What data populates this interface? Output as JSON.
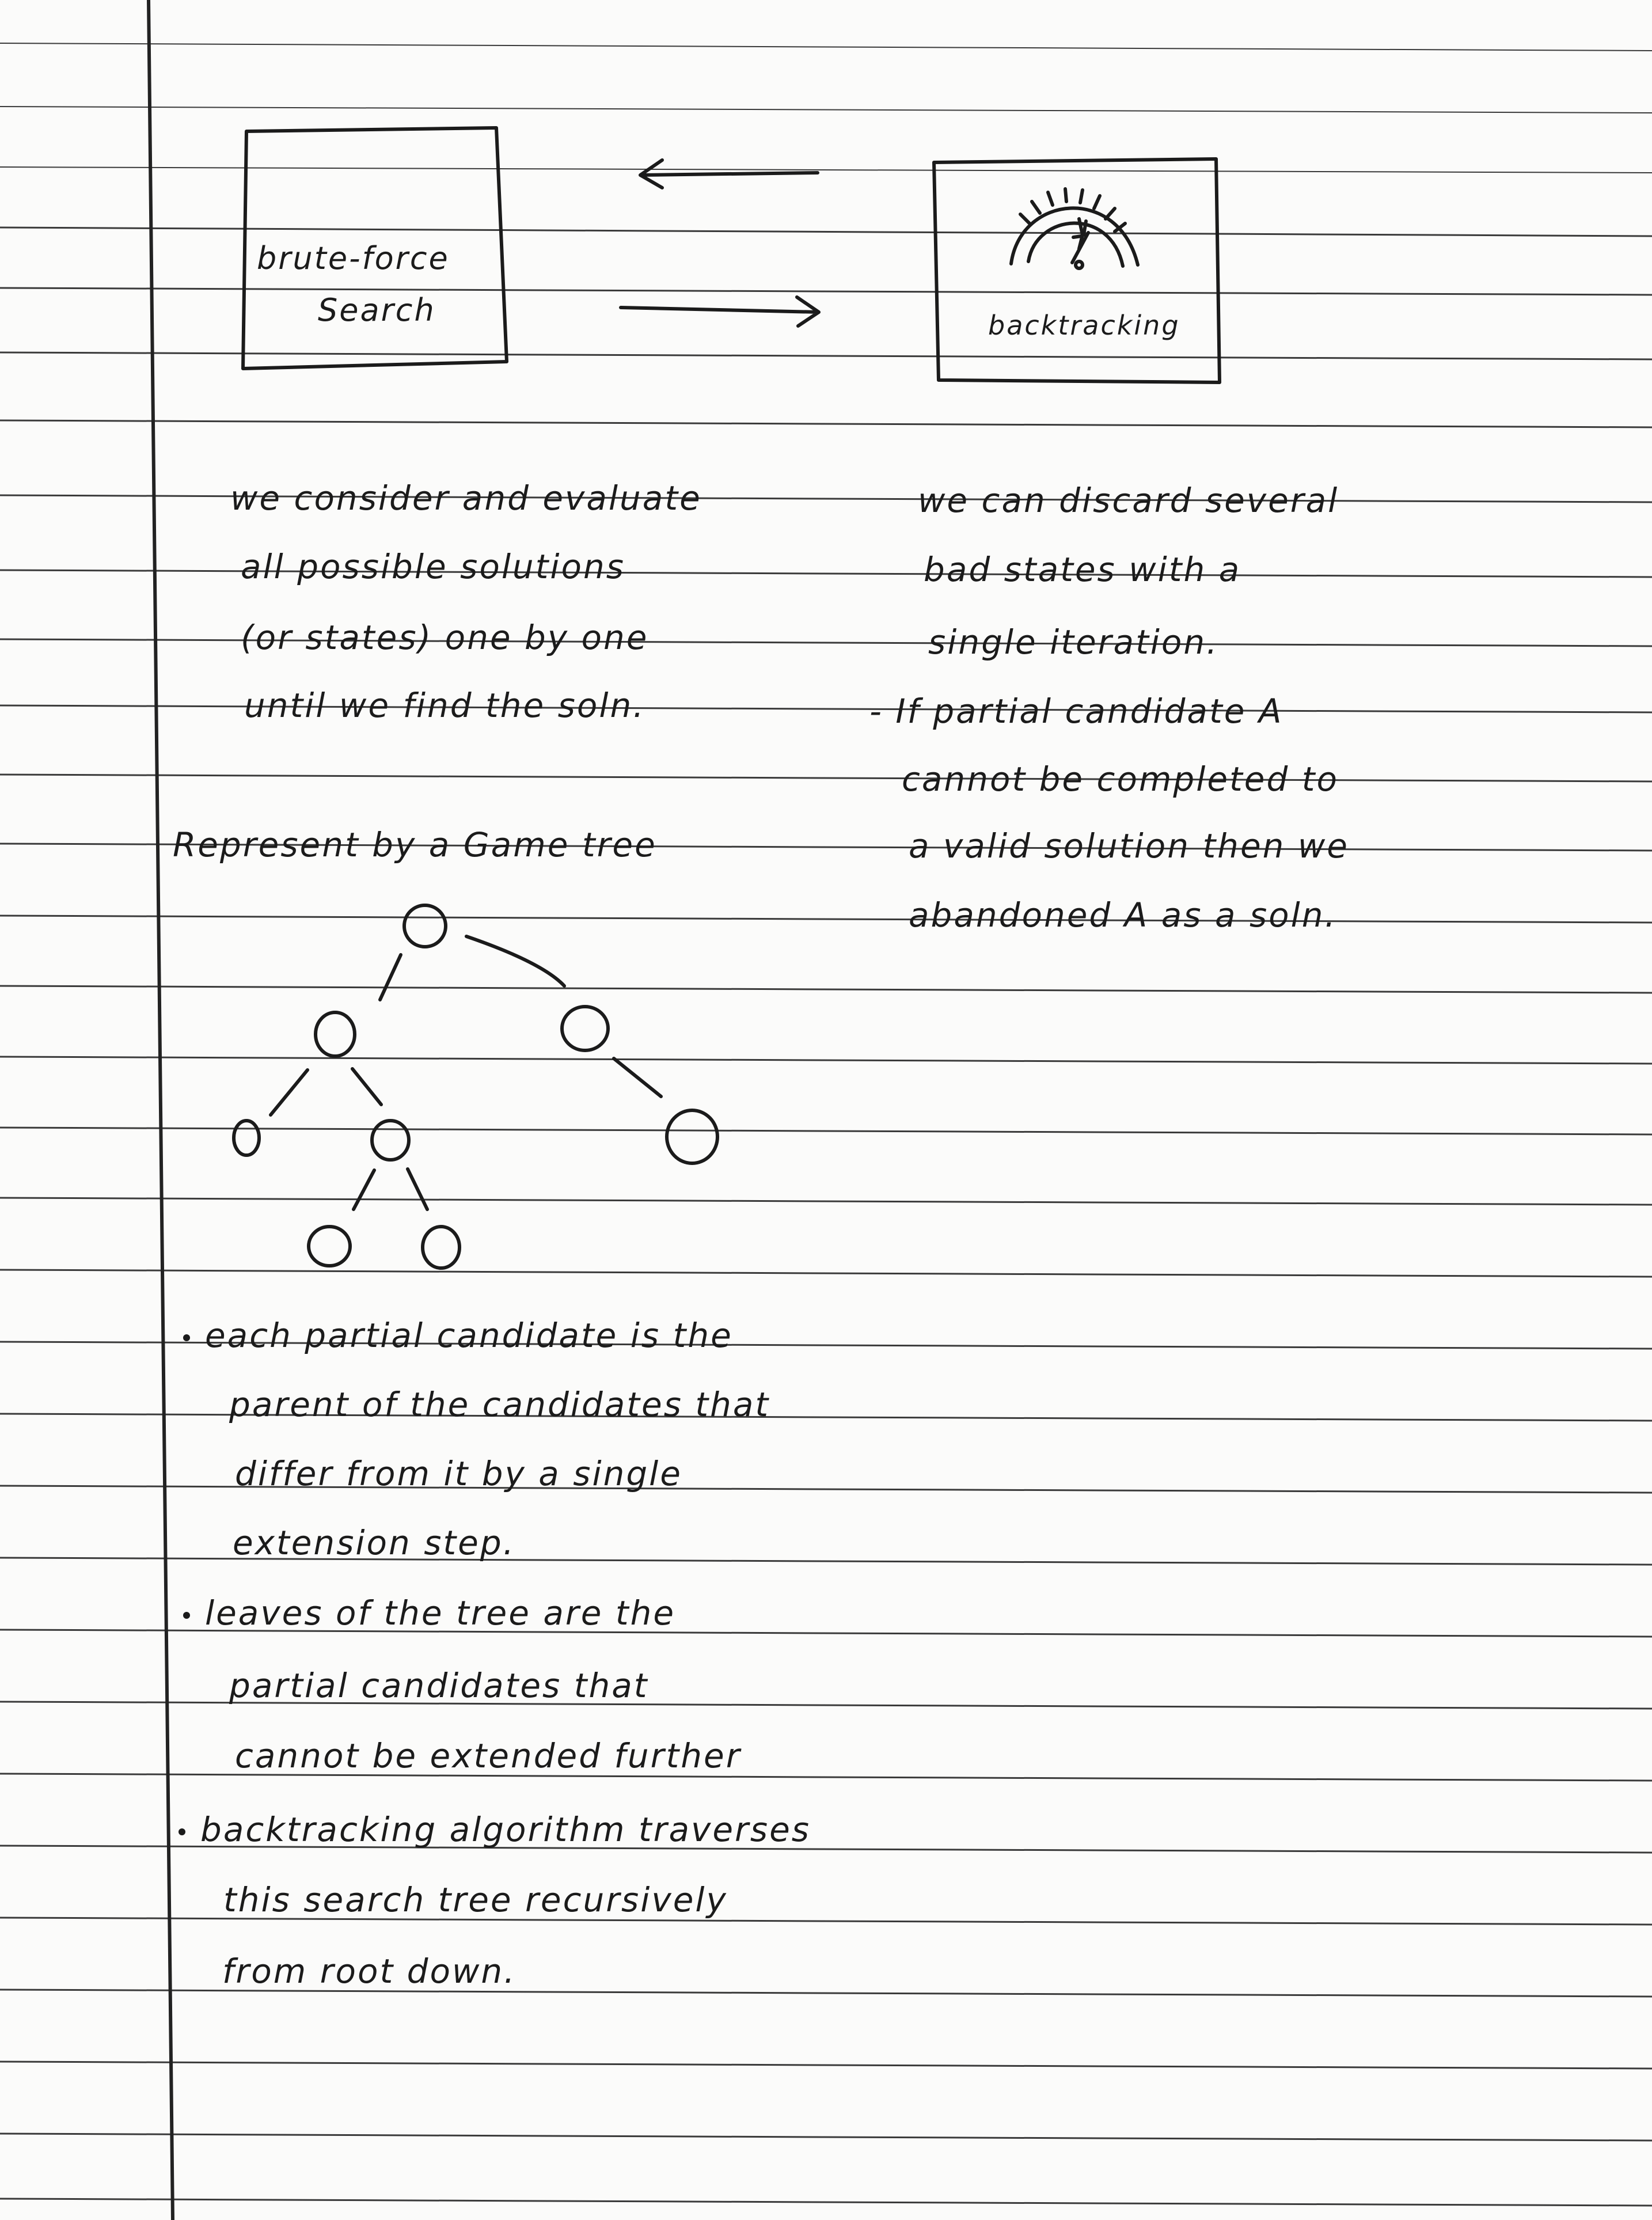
{
  "diagram": {
    "brute_force_box": {
      "line1": "brute-force",
      "line2": "Search"
    },
    "backtracking_box": {
      "label": "backtracking",
      "icon": "speedometer-icon"
    }
  },
  "left_notes": [
    "we consider and evaluate",
    "all possible solutions",
    "(or states) one by one",
    "until we find the soln."
  ],
  "right_notes": [
    "we can discard several",
    "bad states with a",
    "single iteration.",
    "- If partial candidate A",
    "cannot be completed to",
    "a valid solution then we",
    "abandoned A as a soln."
  ],
  "tree_heading": "Represent by a Game tree",
  "bullets": [
    {
      "lines": [
        "each partial candidate is the",
        "parent of the candidates that",
        "differ from it by a single",
        "extension step."
      ]
    },
    {
      "lines": [
        "leaves of the tree are the",
        "partial candidates that",
        "cannot be extended further"
      ]
    },
    {
      "lines": [
        "backtracking algorithm traverses",
        "this search tree recursively",
        "from root down."
      ]
    }
  ],
  "colors": {
    "ink": "#1b1b1b",
    "rule": "#3a3a3a",
    "paper": "#fbfbfa"
  }
}
